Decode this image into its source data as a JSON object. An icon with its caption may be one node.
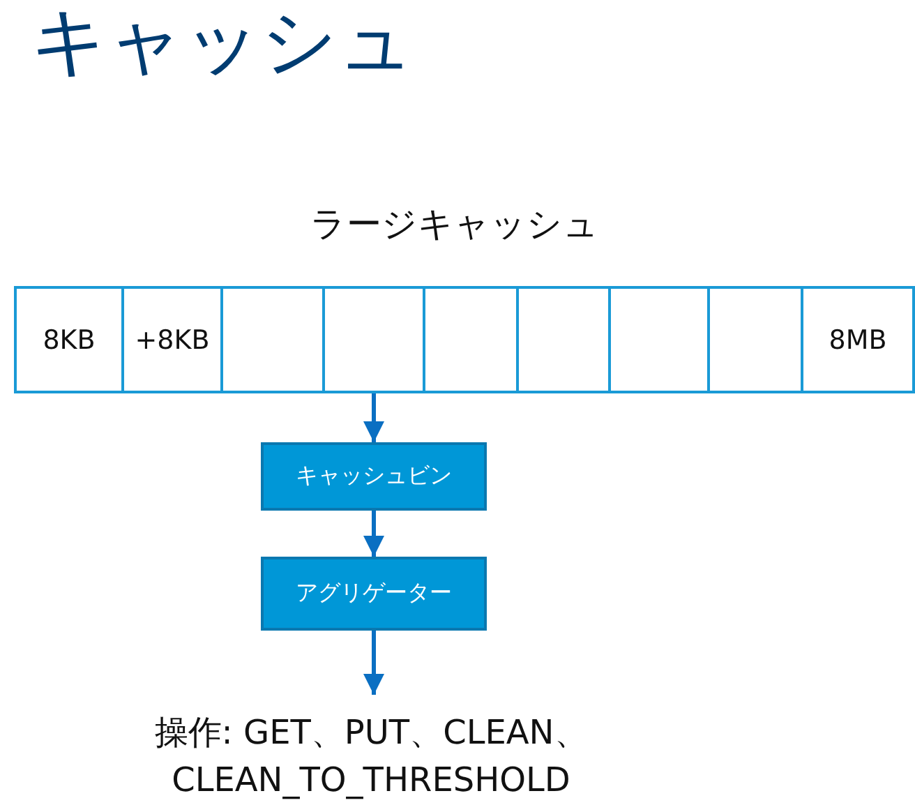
{
  "diagram": {
    "title": "キャッシュ",
    "nodes": [
      {
        "text": [
          "ラージキャッシュ"
        ]
      },
      {
        "text": [
          "8KB"
        ],
        "in": 0
      },
      {
        "text": [
          "+8KB"
        ],
        "in": 0
      },
      {
        "text": [],
        "shape": "box",
        "in": 0
      },
      {
        "text": [],
        "shape": "box",
        "in": 0
      },
      {
        "text": [],
        "shape": "box",
        "in": 0
      },
      {
        "text": [],
        "shape": "box",
        "in": 0
      },
      {
        "text": [],
        "shape": "box",
        "in": 0
      },
      {
        "text": [],
        "shape": "box",
        "in": 0
      },
      {
        "text": [
          "8MB"
        ],
        "in": 0
      },
      {
        "text": [
          "キャッシュビン"
        ]
      },
      {
        "text": [
          "アグリゲーター"
        ]
      },
      {
        "text": [
          "操作: GET、PUT、CLEAN、CLEAN_TO_THRESHOLD"
        ]
      }
    ],
    "edges": [
      {
        "from": 4,
        "to": 10,
        "arrow": "to"
      },
      {
        "from": 10,
        "to": 11,
        "arrow": "to"
      },
      {
        "from": 11,
        "to": 12,
        "arrow": "to"
      }
    ]
  }
}
